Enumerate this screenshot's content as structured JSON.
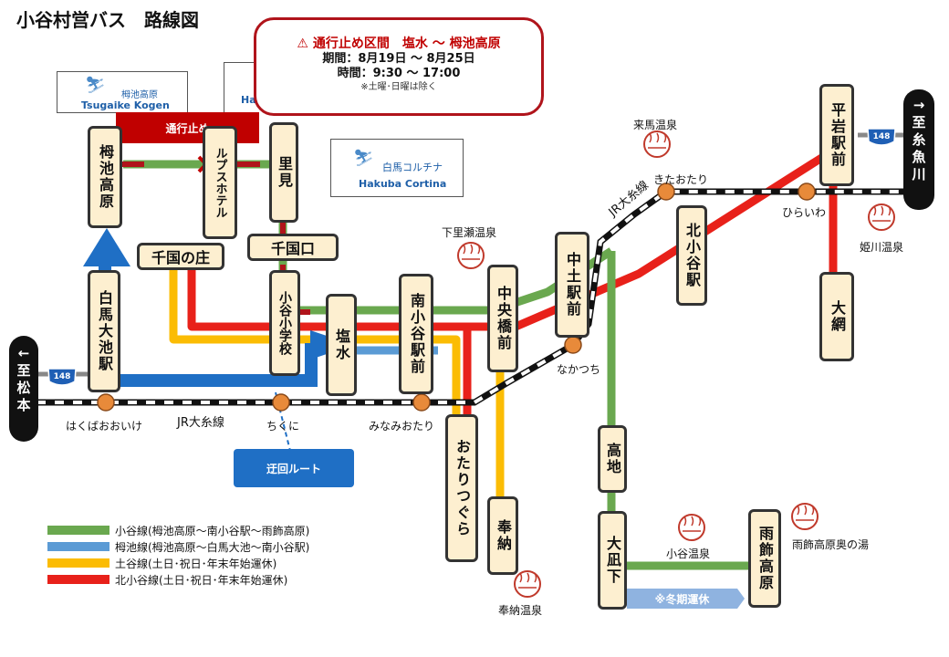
{
  "title": "小谷村営バス　路線図",
  "notice": {
    "heading": "⚠ 通行止め区間　塩水 ～ 栂池高原",
    "period": "期間：8月19日 ～ 8月25日",
    "time": "時間：9:30 ～ 17:00",
    "note": "※土曜･日曜は除く"
  },
  "callouts": {
    "closed": "通行止め",
    "detour": "迂回ルート",
    "winter": "※冬期運休"
  },
  "stops": {
    "tsugaike": "栂池高原",
    "alps_hotel": "ルプスホテル",
    "sato": "里見",
    "sengoku_guchi": "千国口",
    "sengoku_sho": "千国の庄",
    "hakuba_oike": "白馬大池駅",
    "otari_school": "小谷小学校",
    "shiomizu": "塩水",
    "minami_otari": "南小谷駅前",
    "chuo_bashi": "中央橋前",
    "nakatsuchi": "中土駅前",
    "kita_otari": "北小谷駅",
    "hiraiwa": "平岩駅前",
    "oami": "大網",
    "otaritsugura": "おたりつぐら",
    "houno": "奉納",
    "takachi": "高地",
    "onagishita": "大凪下",
    "amakazari": "雨飾高原"
  },
  "stations": {
    "hakuba_oike": "はくばおおいけ",
    "chikuni": "ちくに",
    "minami_otari": "みなみおたり",
    "nakatsuchi": "なかつち",
    "kita_otari": "きたおたり",
    "hiraiwa": "ひらいわ"
  },
  "rail_label_1": "JR大糸線",
  "rail_label_2": "JR大糸線",
  "destinations": {
    "left_arrow": "←",
    "left": [
      "至",
      "松",
      "本"
    ],
    "right_arrow": "→",
    "right": [
      "至",
      "糸",
      "魚",
      "川"
    ]
  },
  "route_shield": "148",
  "onsen": {
    "kuruma": "来馬温泉",
    "shimosato": "下里瀬温泉",
    "himekawa": "姫川温泉",
    "otari": "小谷温泉",
    "houno": "奉納温泉",
    "amakazari": "雨飾高原奥の湯"
  },
  "logos": {
    "tsugaike_small": "栂池高原",
    "tsugaike": "Tsugaike Kogen",
    "hakuba_partial": "Ha",
    "cortina_small": "白馬コルチナ",
    "cortina": "Hakuba Cortina"
  },
  "legend": [
    {
      "color": "#6aa84f",
      "label": "小谷線(栂池高原～南小谷駅～雨飾高原)"
    },
    {
      "color": "#5b9bd5",
      "label": "栂池線(栂池高原～白馬大池～南小谷駅)"
    },
    {
      "color": "#fbbc04",
      "label": "土谷線(土日･祝日･年末年始運休)"
    },
    {
      "color": "#e8211a",
      "label": "北小谷線(土日･祝日･年末年始運休)"
    }
  ],
  "colors": {
    "green_route": "#6aa84f",
    "blue_route": "#5b9bd5",
    "yellow_route": "#fbbc04",
    "red_route": "#e8211a",
    "closed_callout": "#c00000",
    "detour": "#1f6fc5"
  }
}
